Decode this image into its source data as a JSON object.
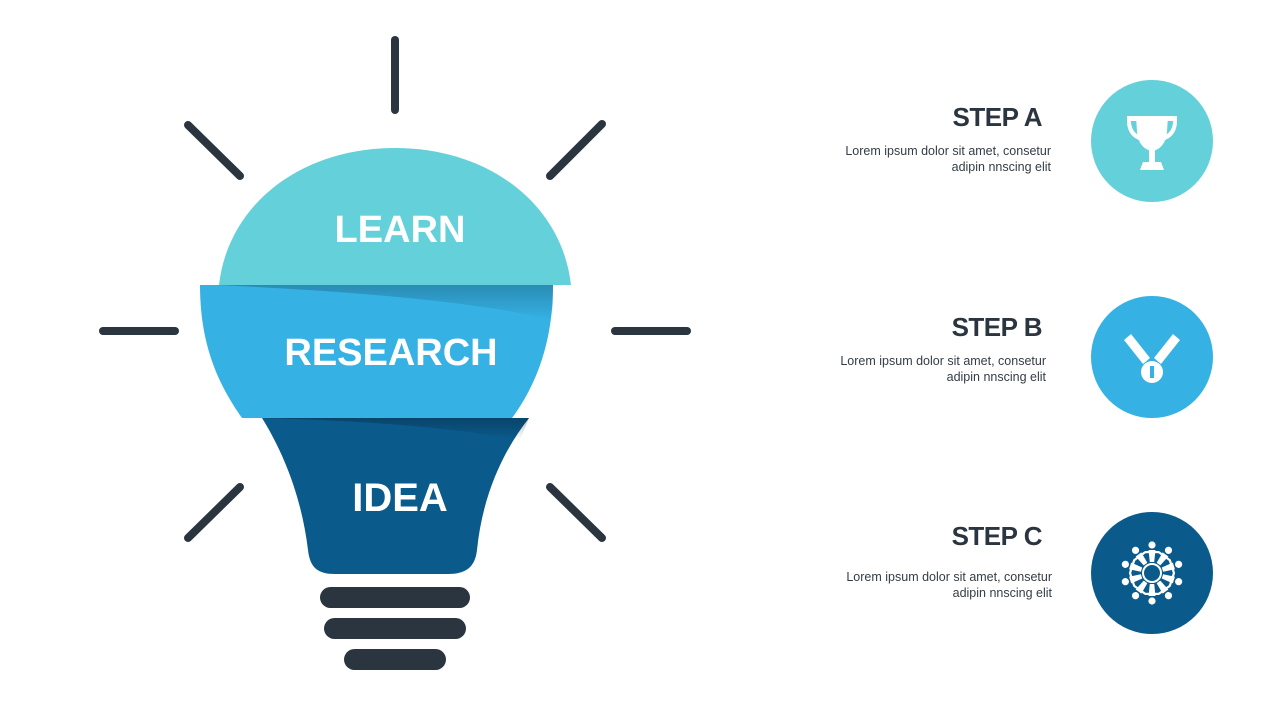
{
  "bulb": {
    "segments": [
      {
        "label": "LEARN",
        "color": "#64d0da"
      },
      {
        "label": "RESEARCH",
        "color": "#35b1e4"
      },
      {
        "label": "IDEA",
        "color": "#0b5a8c"
      }
    ],
    "ray_color": "#2b3540",
    "base_color": "#2b3540"
  },
  "steps": [
    {
      "title": "STEP A",
      "line1": "Lorem ipsum dolor sit amet, consetur",
      "line2": "adipin nnscing elit",
      "icon": "trophy-icon",
      "color": "#64d0da"
    },
    {
      "title": "STEP B",
      "line1": "Lorem ipsum dolor sit amet, consetur",
      "line2": "adipin nnscing elit",
      "icon": "medal-icon",
      "color": "#35b1e4"
    },
    {
      "title": "STEP C",
      "line1": "Lorem ipsum dolor sit amet, consetur",
      "line2": "adipin nnscing elit",
      "icon": "team-circle-icon",
      "color": "#0b5a8c"
    }
  ]
}
